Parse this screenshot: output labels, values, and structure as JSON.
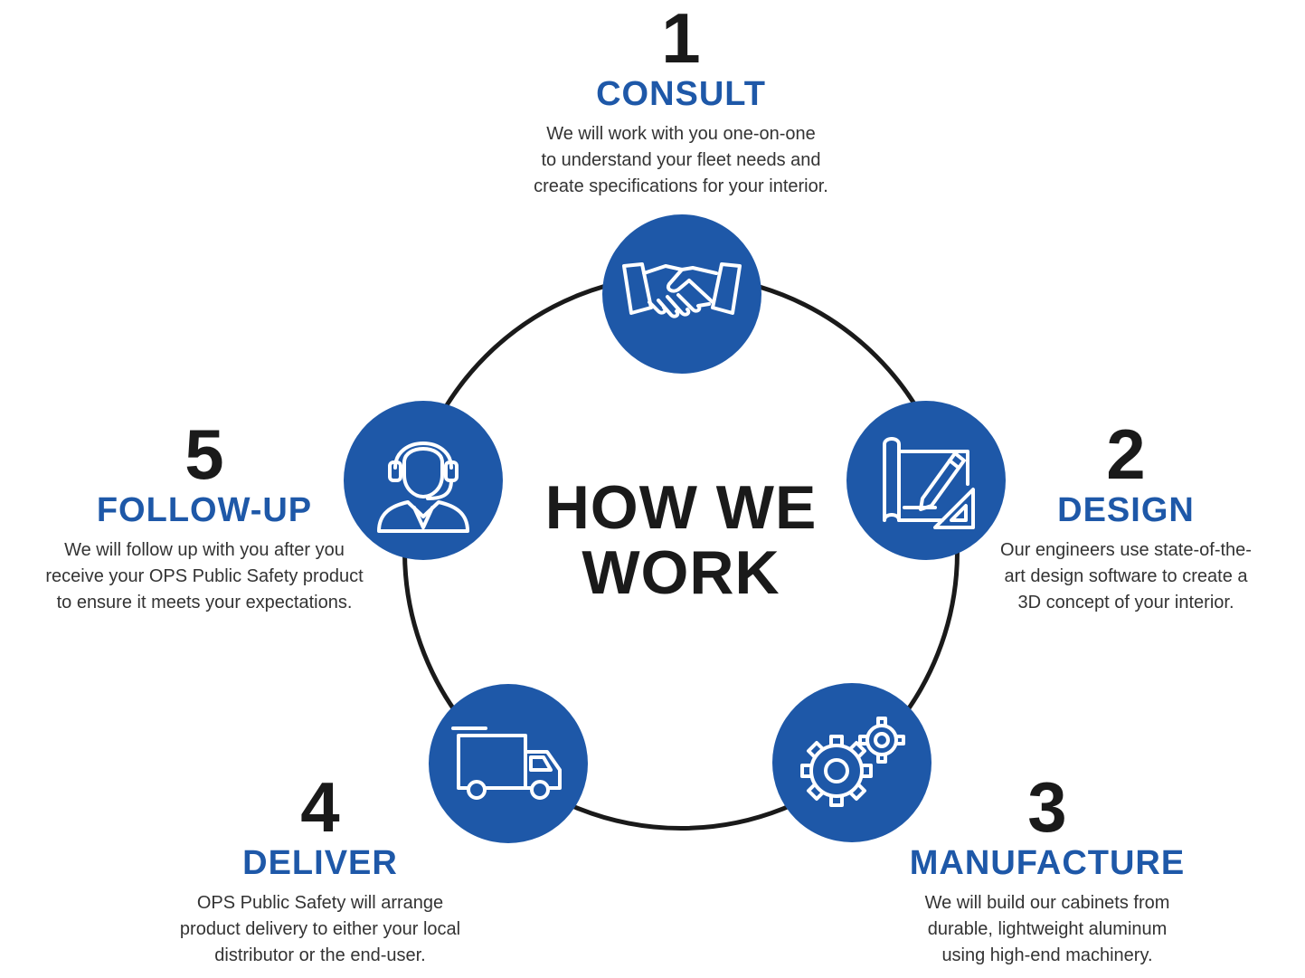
{
  "center": {
    "line1": "HOW WE",
    "line2": "WORK"
  },
  "colors": {
    "brand_blue": "#1e58a8",
    "text_dark": "#1a1a1a",
    "body_text": "#333333"
  },
  "steps": [
    {
      "number": "1",
      "title": "CONSULT",
      "icon": "handshake-icon",
      "lines": [
        "We will work with you one-on-one",
        "to understand your fleet needs and",
        "create specifications for your interior."
      ]
    },
    {
      "number": "2",
      "title": "DESIGN",
      "icon": "blueprint-pencil-icon",
      "lines": [
        "Our engineers use state-of-the-",
        "art design software to create a",
        "3D concept of your interior."
      ]
    },
    {
      "number": "3",
      "title": "MANUFACTURE",
      "icon": "gears-icon",
      "lines": [
        "We will build our cabinets from",
        "durable, lightweight aluminum",
        "using high-end machinery."
      ]
    },
    {
      "number": "4",
      "title": "DELIVER",
      "icon": "delivery-truck-icon",
      "lines": [
        "OPS Public Safety will arrange",
        "product delivery to either your local",
        "distributor or the end-user."
      ]
    },
    {
      "number": "5",
      "title": "FOLLOW-UP",
      "icon": "headset-agent-icon",
      "lines": [
        "We will follow up with you after you",
        "receive your OPS Public Safety product",
        "to ensure it meets your expectations."
      ]
    }
  ]
}
